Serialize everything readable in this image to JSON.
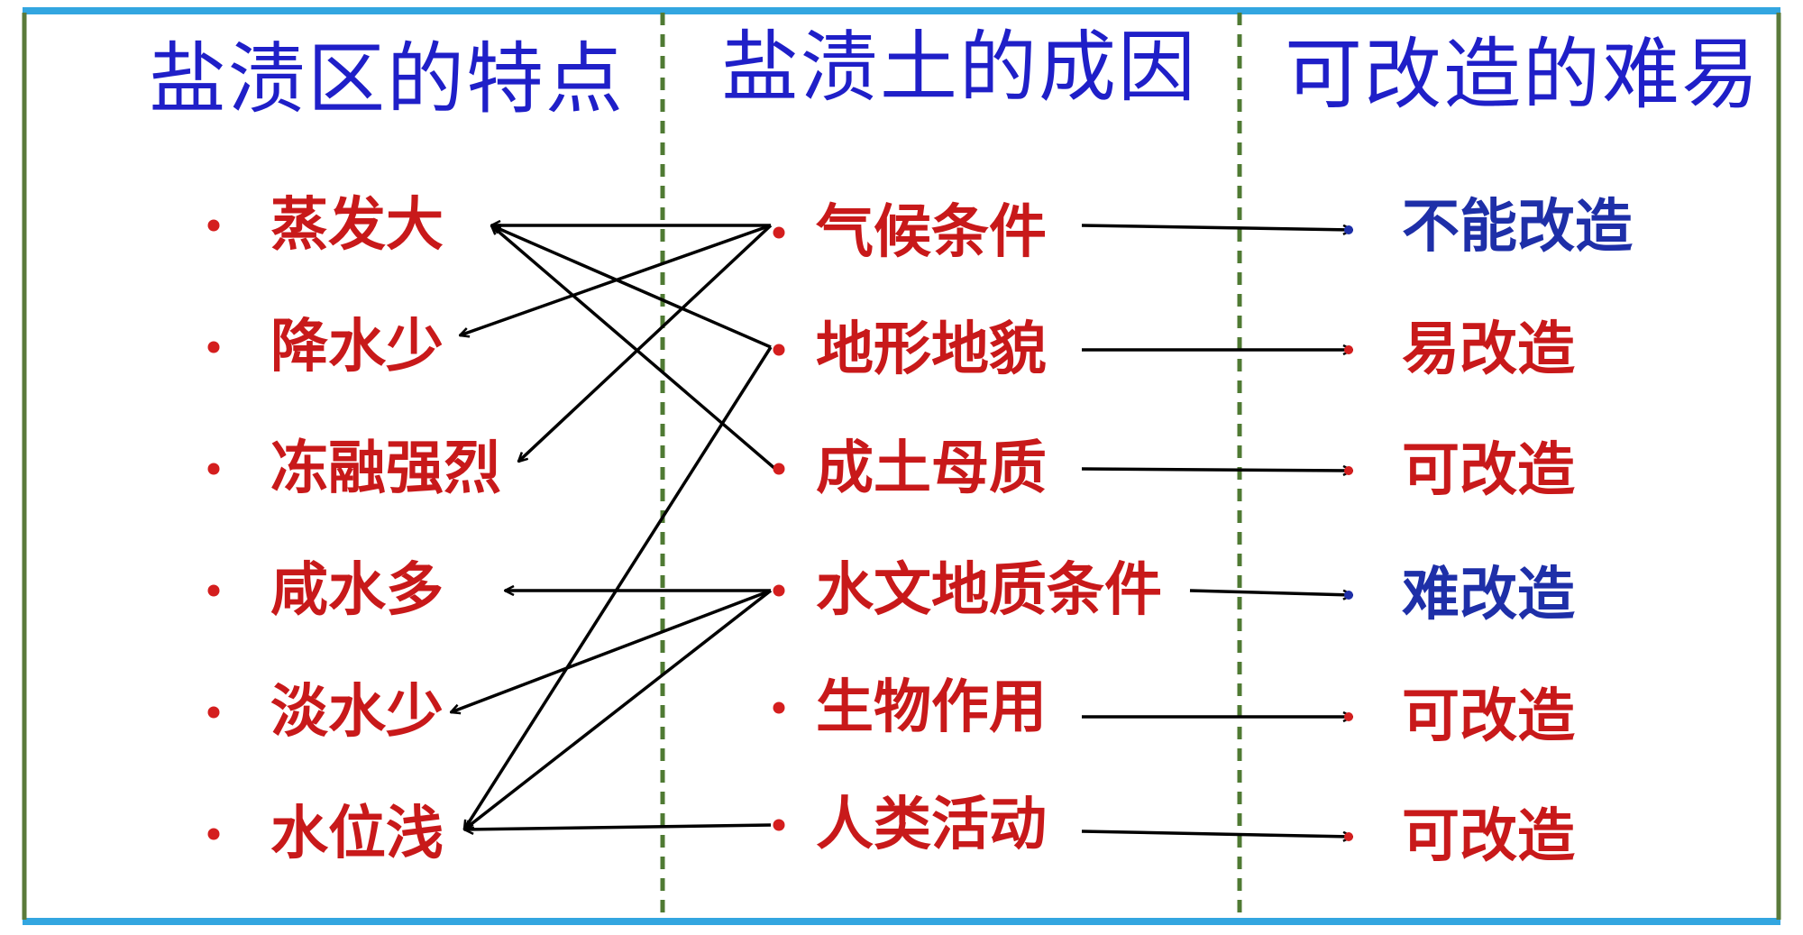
{
  "colors": {
    "header": "#1f1fc8",
    "red_item": "#c8191a",
    "blue_item": "#1e2fa8",
    "bullet": "#d41e1e",
    "frame_blue": "#33a6e0",
    "frame_green": "#5a7a3a",
    "arrow": "#000000"
  },
  "headers": {
    "col1": "盐渍区的特点",
    "col2": "盐渍土的成因",
    "col3": "可改造的难易"
  },
  "features": [
    {
      "id": "f1",
      "label": "蒸发大"
    },
    {
      "id": "f2",
      "label": "降水少"
    },
    {
      "id": "f3",
      "label": "冻融强烈"
    },
    {
      "id": "f4",
      "label": "咸水多"
    },
    {
      "id": "f5",
      "label": "淡水少"
    },
    {
      "id": "f6",
      "label": "水位浅"
    }
  ],
  "causes": [
    {
      "id": "c1",
      "label": "气候条件"
    },
    {
      "id": "c2",
      "label": "地形地貌"
    },
    {
      "id": "c3",
      "label": "成土母质"
    },
    {
      "id": "c4",
      "label": "水文地质条件"
    },
    {
      "id": "c5",
      "label": "生物作用"
    },
    {
      "id": "c6",
      "label": "人类活动"
    }
  ],
  "difficulty": [
    {
      "id": "d1",
      "label": "不能改造",
      "color": "blue"
    },
    {
      "id": "d2",
      "label": "易改造",
      "color": "red"
    },
    {
      "id": "d3",
      "label": "可改造",
      "color": "red"
    },
    {
      "id": "d4",
      "label": "难改造",
      "color": "blue"
    },
    {
      "id": "d5",
      "label": "可改造",
      "color": "red"
    },
    {
      "id": "d6",
      "label": "可改造",
      "color": "red"
    }
  ],
  "links": [
    {
      "from": "c1",
      "to": "f1"
    },
    {
      "from": "c1",
      "to": "f2"
    },
    {
      "from": "c1",
      "to": "f3"
    },
    {
      "from": "c2",
      "to": "f1"
    },
    {
      "from": "c2",
      "to": "f6"
    },
    {
      "from": "c3",
      "to": "f1"
    },
    {
      "from": "c4",
      "to": "f4"
    },
    {
      "from": "c4",
      "to": "f5"
    },
    {
      "from": "c4",
      "to": "f6"
    },
    {
      "from": "c6",
      "to": "f6"
    },
    {
      "from": "c1",
      "to": "d1"
    },
    {
      "from": "c2",
      "to": "d2"
    },
    {
      "from": "c3",
      "to": "d3"
    },
    {
      "from": "c4",
      "to": "d4"
    },
    {
      "from": "c5",
      "to": "d5"
    },
    {
      "from": "c6",
      "to": "d6"
    }
  ]
}
